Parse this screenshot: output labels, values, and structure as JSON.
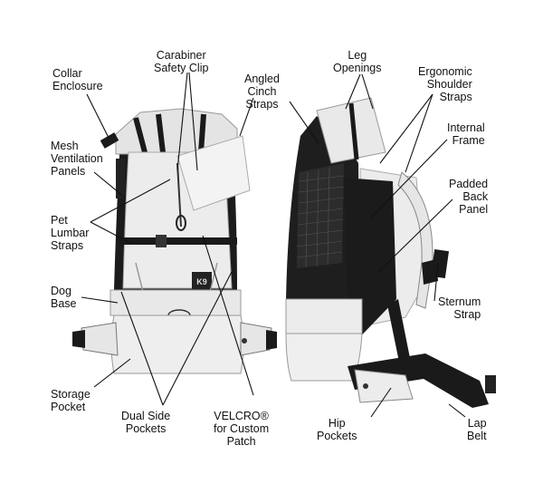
{
  "labels": {
    "collar_enclosure": "Collar\nEnclosure",
    "carabiner_safety_clip": "Carabiner\nSafety Clip",
    "angled_cinch_straps": "Angled\nCinch\nStraps",
    "leg_openings": "Leg\nOpenings",
    "ergonomic_shoulder_straps": "Ergonomic\nShoulder\nStraps",
    "mesh_ventilation_panels": "Mesh\nVentilation\nPanels",
    "internal_frame": "Internal\nFrame",
    "pet_lumbar_straps": "Pet\nLumbar\nStraps",
    "padded_back_panel": "Padded\nBack\nPanel",
    "dog_base": "Dog\nBase",
    "sternum_strap": "Sternum\nStrap",
    "storage_pocket": "Storage\nPocket",
    "dual_side_pockets": "Dual Side\nPockets",
    "velcro_patch": "VELCRO®\nfor Custom\nPatch",
    "hip_pockets": "Hip\nPockets",
    "lap_belt": "Lap\nBelt"
  },
  "patch_text": "K9",
  "colors": {
    "shell": "#ececec",
    "shell_shadow": "#cfcfcf",
    "strap": "#1a1a1a",
    "mesh": "#2b2b2b",
    "leader": "#111111"
  }
}
